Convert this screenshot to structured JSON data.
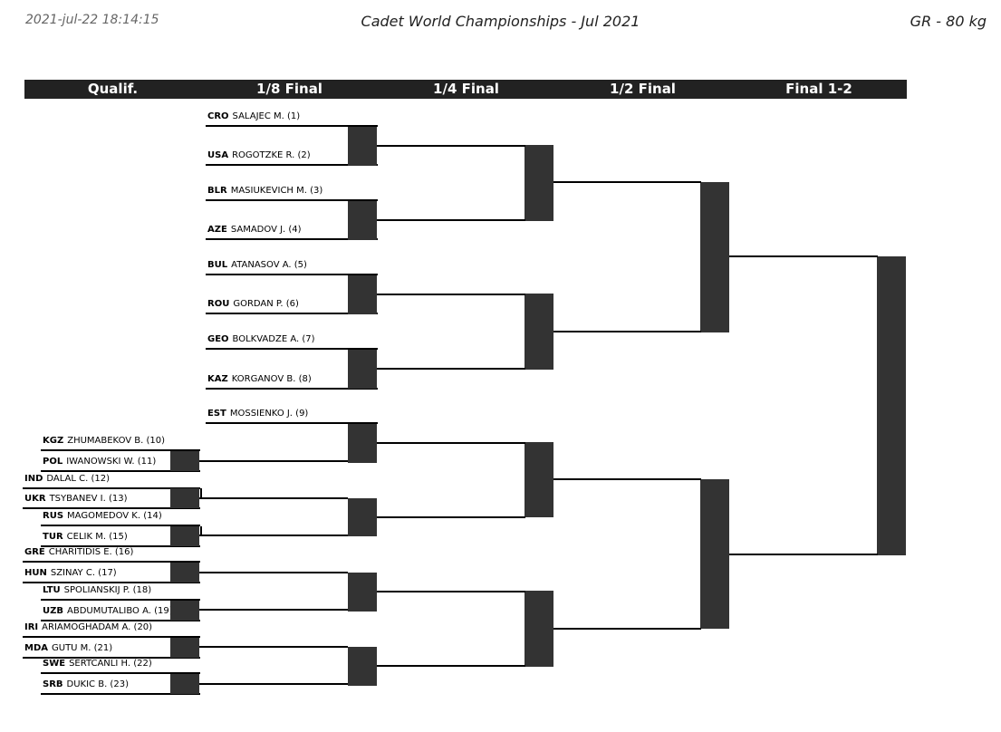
{
  "header": {
    "datetime": "2021-jul-22 18:14:15",
    "title": "Cadet World Championships - Jul 2021",
    "category": "GR - 80 kg"
  },
  "rounds": [
    "Qualif.",
    "1/8 Final",
    "1/4 Final",
    "1/2 Final",
    "Final 1-2"
  ],
  "athletes": [
    {
      "country": "CRO",
      "name": "SALAJEC M. (1)"
    },
    {
      "country": "USA",
      "name": "ROGOTZKE R. (2)"
    },
    {
      "country": "BLR",
      "name": "MASIUKEVICH M. (3)"
    },
    {
      "country": "AZE",
      "name": "SAMADOV J. (4)"
    },
    {
      "country": "BUL",
      "name": "ATANASOV A. (5)"
    },
    {
      "country": "ROU",
      "name": "GORDAN P. (6)"
    },
    {
      "country": "GEO",
      "name": "BOLKVADZE A. (7)"
    },
    {
      "country": "KAZ",
      "name": "KORGANOV B. (8)"
    },
    {
      "country": "EST",
      "name": "MOSSIENKO J. (9)"
    },
    {
      "country": "KGZ",
      "name": "ZHUMABEKOV B. (10)"
    },
    {
      "country": "POL",
      "name": "IWANOWSKI W. (11)"
    },
    {
      "country": "IND",
      "name": "DALAL C. (12)"
    },
    {
      "country": "UKR",
      "name": "TSYBANEV I. (13)"
    },
    {
      "country": "RUS",
      "name": "MAGOMEDOV K. (14)"
    },
    {
      "country": "TUR",
      "name": "CELIK M. (15)"
    },
    {
      "country": "GRE",
      "name": "CHARITIDIS E. (16)"
    },
    {
      "country": "HUN",
      "name": "SZINAY C. (17)"
    },
    {
      "country": "LTU",
      "name": "SPOLIANSKIJ P. (18)"
    },
    {
      "country": "UZB",
      "name": "ABDUMUTALIBO A. (19)"
    },
    {
      "country": "IRI",
      "name": "ARIAMOGHADAM A. (20)"
    },
    {
      "country": "MDA",
      "name": "GUTU M. (21)"
    },
    {
      "country": "SWE",
      "name": "SERTCANLI H. (22)"
    },
    {
      "country": "SRB",
      "name": "DUKIC B. (23)"
    }
  ]
}
